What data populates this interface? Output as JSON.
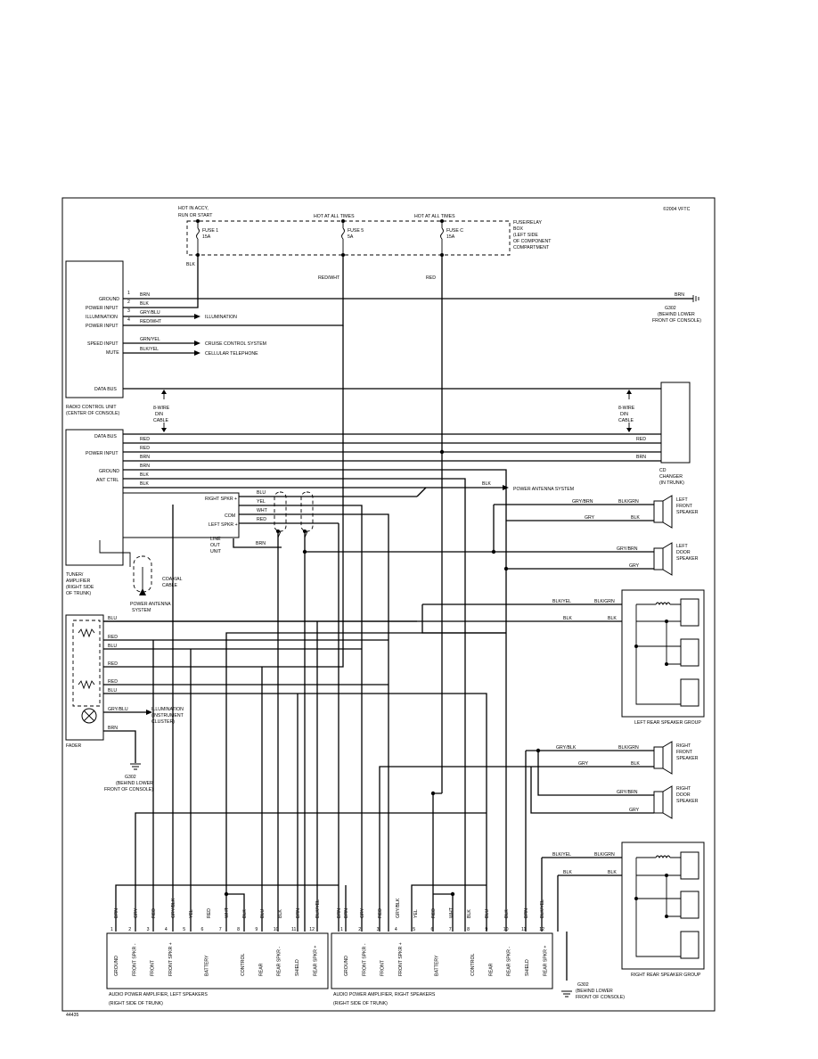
{
  "copyright": "©2004 VFTC",
  "figure_number": "44435",
  "power": {
    "hot_acc_run_start": [
      "HOT IN ACCY,",
      "RUN OR START"
    ],
    "hot_at_all_times_1": "HOT AT ALL TIMES",
    "hot_at_all_times_2": "HOT AT ALL TIMES",
    "fuse1": [
      "FUSE 1",
      "15A"
    ],
    "fuse5": [
      "FUSE 5",
      "5A"
    ],
    "fuseC": [
      "FUSE C",
      "15A"
    ],
    "fuse_box": [
      "FUSE/RELAY",
      "BOX",
      "(LEFT SIDE",
      "OF COMPONENT",
      "COMPARTMENT"
    ],
    "wire_blk": "BLK",
    "wire_red_wht": "RED/WHT",
    "wire_red": "RED"
  },
  "radio_control_unit": {
    "name": [
      "RADIO CONTROL UNIT",
      "(CENTER OF CONSOLE)"
    ],
    "pins": [
      "GROUND",
      "POWER INPUT",
      "ILLUMINATION",
      "POWER INPUT",
      "SPEED INPUT",
      "MUTE",
      "DATA BUS"
    ],
    "pin_numbers": [
      "1",
      "2",
      "3",
      "4"
    ],
    "wires": [
      "BRN",
      "BLK",
      "GRY/BLU",
      "RED/WHT",
      "GRN/YEL",
      "BLK/YEL"
    ],
    "targets": [
      "ILLUMINATION",
      "CRUISE CONTROL SYSTEM",
      "CELLULAR TELEPHONE"
    ],
    "gnd_wire": "BRN",
    "ground": [
      "G302",
      "(BEHIND LOWER",
      "FRONT OF CONSOLE)"
    ]
  },
  "din_cable_left": [
    "8-WIRE",
    "DIN",
    "CABLE"
  ],
  "din_cable_right": [
    "8-WIRE",
    "DIN",
    "CABLE"
  ],
  "cd_changer": [
    "CD",
    "CHANGER",
    "(IN TRUNK)"
  ],
  "tuner_amp": {
    "name": [
      "TUNER/",
      "AMPLIFIER",
      "(RIGHT SIDE",
      "OF TRUNK)"
    ],
    "pins": [
      "DATA BUS",
      "POWER INPUT",
      "GROUND",
      "ANT CTRL"
    ],
    "wires": [
      "RED",
      "RED",
      "BRN",
      "BRN",
      "BLK",
      "BLK"
    ],
    "right_wires": [
      "RED",
      "BRN"
    ],
    "ant_wire": "BLK",
    "ant_target": "POWER ANTENNA SYSTEM",
    "coax": [
      "COAXIAL",
      "CABLE"
    ],
    "antenna": [
      "POWER ANTENNA",
      "SYSTEM"
    ]
  },
  "line_out": {
    "pins": [
      "RIGHT SPKR +",
      "COM",
      "LEFT SPKR +"
    ],
    "wires": [
      "BLU",
      "YEL",
      "WHT",
      "RED"
    ],
    "gnd_wire": "BRN",
    "name": [
      "LINE",
      "OUT",
      "UNIT"
    ]
  },
  "fader": {
    "name": "FADER",
    "wires": [
      "BLU",
      "RED",
      "BLU",
      "RED",
      "RED",
      "BLU",
      "GRY/BLU",
      "BRN"
    ],
    "illum": [
      "ILLUMINATION",
      "(INSTRUMENT",
      "CLUSTER)"
    ],
    "ground": [
      "G302",
      "(BEHIND LOWER",
      "FRONT OF CONSOLE)"
    ]
  },
  "speakers": {
    "left_front": {
      "name": [
        "LEFT",
        "FRONT",
        "SPEAKER"
      ],
      "wires": [
        "GRY/BRN",
        "BLK/GRN",
        "GRY",
        "BLK"
      ]
    },
    "left_door": {
      "name": [
        "LEFT",
        "DOOR",
        "SPEAKER"
      ],
      "wires": [
        "GRY/BRN",
        "GRY"
      ]
    },
    "left_rear_group": {
      "name": "LEFT REAR SPEAKER GROUP",
      "wires": [
        "BLK/YEL",
        "BLK/GRN",
        "BLK",
        "BLK"
      ]
    },
    "right_front": {
      "name": [
        "RIGHT",
        "FRONT",
        "SPEAKER"
      ],
      "wires": [
        "GRY/BLK",
        "BLK/GRN",
        "GRY",
        "BLK"
      ]
    },
    "right_door": {
      "name": [
        "RIGHT",
        "DOOR",
        "SPEAKER"
      ],
      "wires": [
        "GRY/BRN",
        "GRY"
      ]
    },
    "right_rear_group": {
      "name": "RIGHT REAR SPEAKER GROUP",
      "wires": [
        "BLK/YEL",
        "BLK/GRN",
        "BLK",
        "BLK"
      ]
    }
  },
  "amp_left": {
    "name": [
      "AUDIO POWER AMPLIFIER, LEFT SPEAKERS",
      "(RIGHT SIDE OF TRUNK)"
    ],
    "wires": [
      "BRN",
      "GRY",
      "RED",
      "GRY/BLK",
      "YEL",
      "RED",
      "WHT",
      "BLK",
      "BLU",
      "BLK",
      "BRN",
      "BLK/YEL"
    ],
    "pins": [
      "1",
      "2",
      "3",
      "4",
      "5",
      "6",
      "7",
      "8",
      "9",
      "10",
      "11",
      "12"
    ],
    "labels": [
      "GROUND",
      "FRONT SPKR -",
      "FRONT",
      "FRONT SPKR +",
      "",
      "BATTERY",
      "",
      "CONTROL",
      "REAR",
      "REAR SPKR -",
      "SHIELD",
      "REAR SPKR +"
    ]
  },
  "amp_right": {
    "name": [
      "AUDIO POWER AMPLIFIER, RIGHT SPEAKERS",
      "(RIGHT SIDE OF TRUNK)"
    ],
    "wires": [
      "BRN",
      "BRN",
      "GRY",
      "RED",
      "GRY/BLK",
      "YEL",
      "RED",
      "WHT",
      "BLK",
      "BLU",
      "BLK",
      "BRN",
      "BLK/YEL"
    ],
    "pins": [
      "1",
      "2",
      "3",
      "4",
      "5",
      "6",
      "7",
      "8",
      "9",
      "10",
      "11",
      "12"
    ],
    "labels": [
      "GROUND",
      "FRONT SPKR -",
      "FRONT",
      "FRONT SPKR +",
      "",
      "BATTERY",
      "",
      "CONTROL",
      "REAR",
      "REAR SPKR -",
      "SHIELD",
      "REAR SPKR +"
    ],
    "ground": [
      "G302",
      "(BEHIND LOWER",
      "FRONT OF CONSOLE)"
    ]
  }
}
